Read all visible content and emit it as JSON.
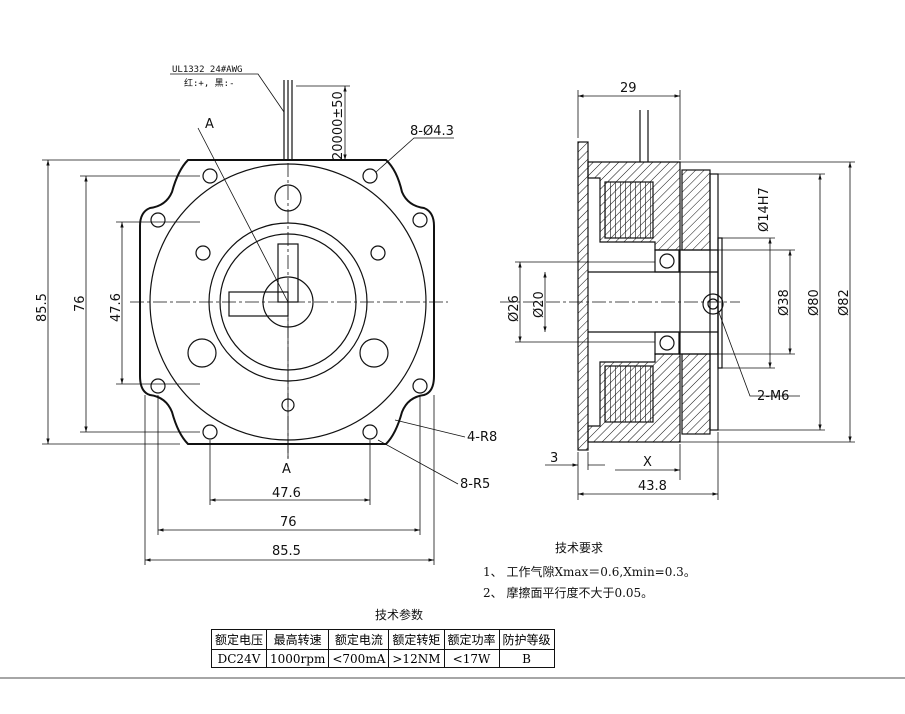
{
  "front_view": {
    "wire_label_line1": "UL1332 24#AWG",
    "wire_label_line2": "红:+, 黑:-",
    "wire_length": "20000±50",
    "section_mark_top": "A",
    "section_mark_bottom": "A",
    "hole_label": "8-Ø4.3",
    "radius_label_1": "4-R8",
    "radius_label_2": "8-R5",
    "dim_h_inner": "47.6",
    "dim_h_mid": "76",
    "dim_h_outer": "85.5",
    "dim_v_inner": "47.6",
    "dim_v_mid": "76",
    "dim_v_outer": "85.5"
  },
  "side_view": {
    "dim_top": "29",
    "dim_bore": "Ø14H7",
    "dim_d26": "Ø26",
    "dim_d20": "Ø20",
    "dim_d38": "Ø38",
    "dim_d80": "Ø80",
    "dim_d82": "Ø82",
    "thread_label": "2-M6",
    "dim_flange": "3",
    "dim_gap": "X",
    "dim_length": "43.8"
  },
  "requirements": {
    "title": "技术要求",
    "item1": "1、 工作气隙Xmax＝0.6,Xmin=0.3。",
    "item2": "2、 摩擦面平行度不大于0.05。"
  },
  "spec_table": {
    "title": "技术参数",
    "headers": [
      "额定电压",
      "最高转速",
      "额定电流",
      "额定转矩",
      "额定功率",
      "防护等级"
    ],
    "values": [
      "DC24V",
      "1000rpm",
      "<700mA",
      ">12NM",
      "<17W",
      "B"
    ]
  }
}
